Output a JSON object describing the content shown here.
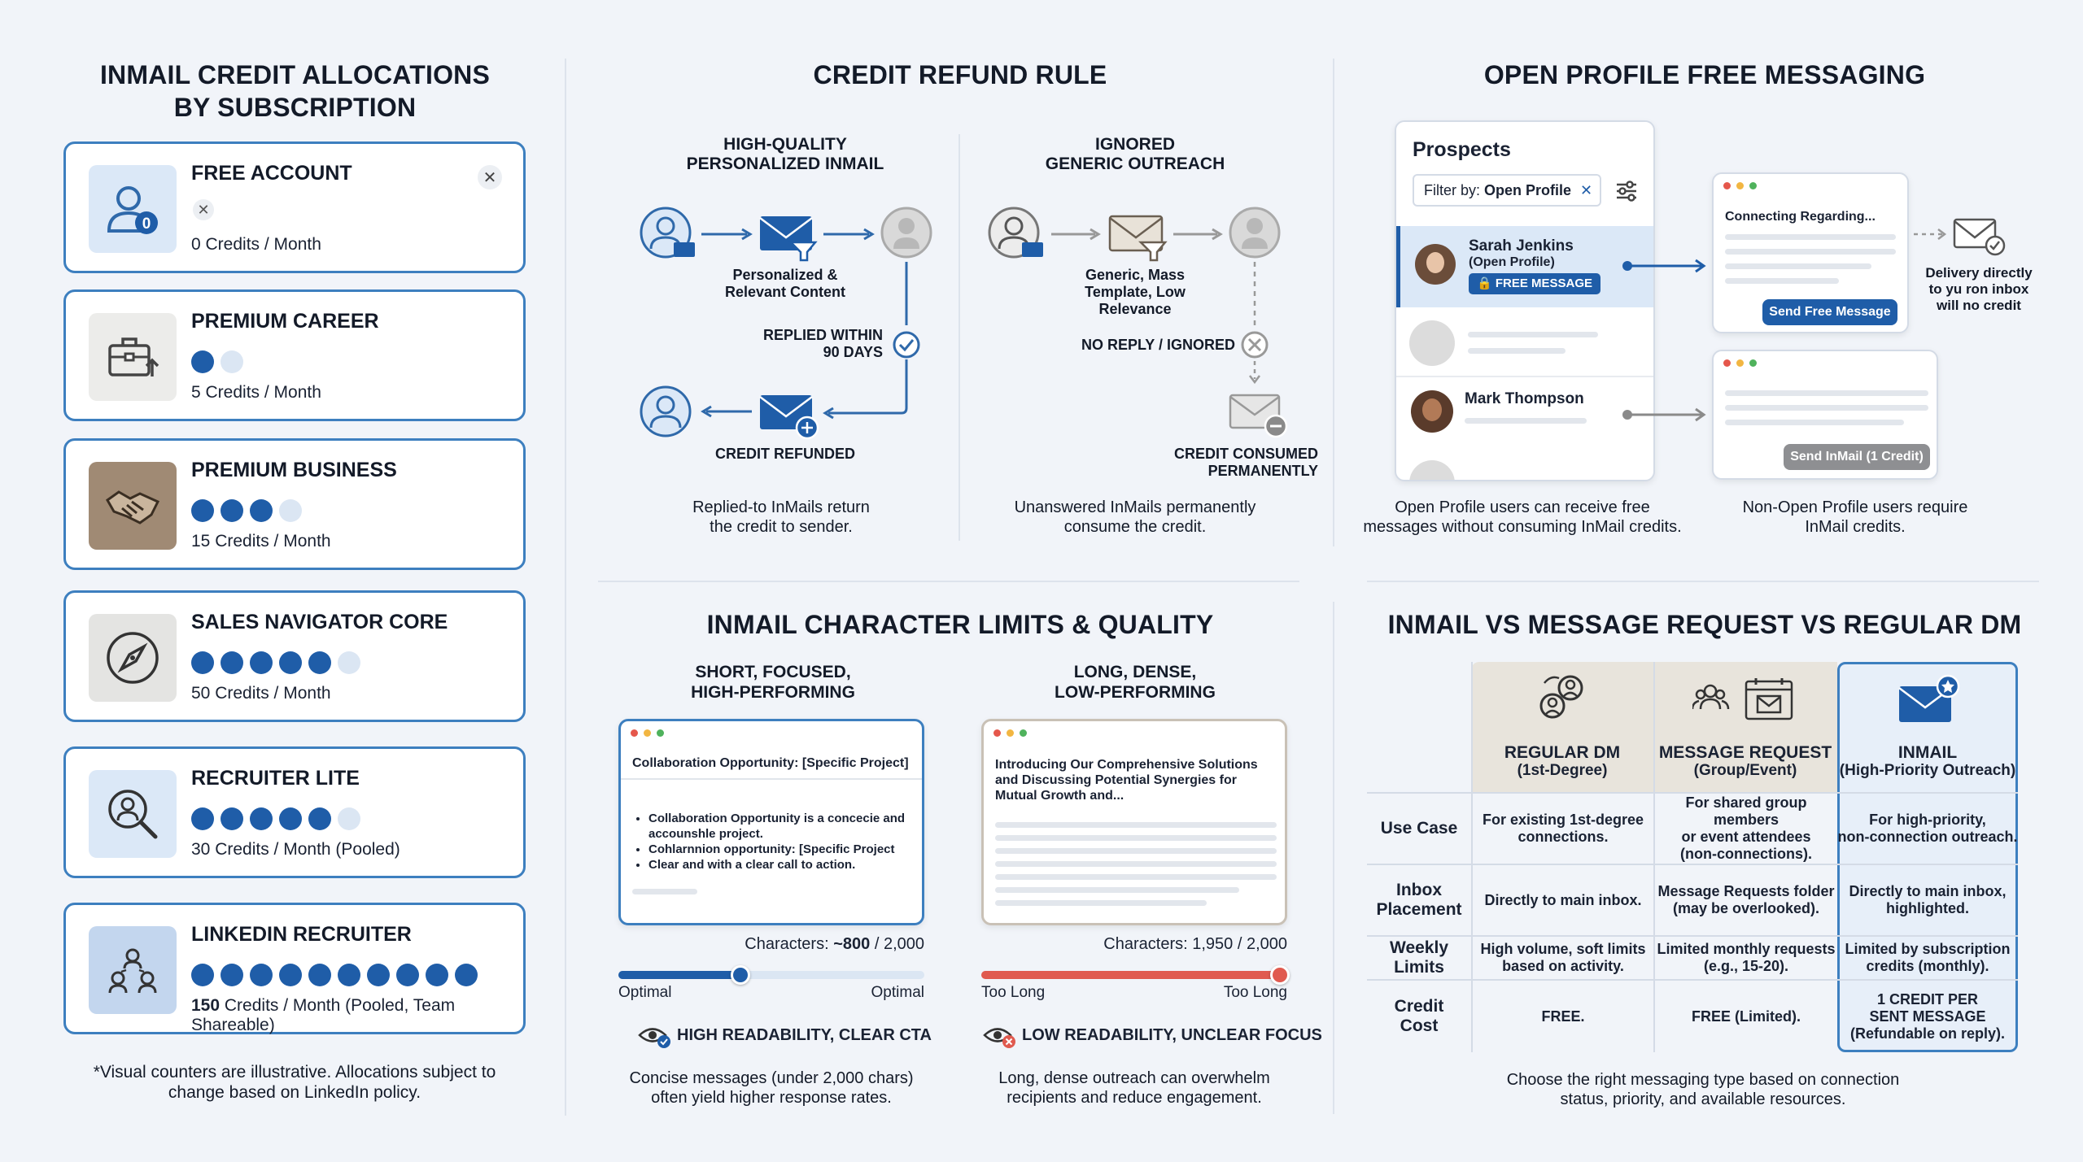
{
  "sections": {
    "allocations_title": "INMAIL CREDIT ALLOCATIONS\nBY SUBSCRIPTION",
    "refund_title": "CREDIT REFUND RULE",
    "open_profile_title": "OPEN PROFILE FREE MESSAGING",
    "char_limits_title": "INMAIL CHARACTER LIMITS & QUALITY",
    "compare_title": "INMAIL VS MESSAGE REQUEST VS REGULAR DM"
  },
  "subscriptions": [
    {
      "name": "FREE ACCOUNT",
      "credits": "0 Credits / Month",
      "filled": 0,
      "total": 0,
      "badge": "0"
    },
    {
      "name": "PREMIUM CAREER",
      "credits": "5 Credits / Month",
      "filled": 1,
      "total": 2
    },
    {
      "name": "PREMIUM BUSINESS",
      "credits": "15 Credits / Month",
      "filled": 3,
      "total": 4
    },
    {
      "name": "SALES NAVIGATOR CORE",
      "credits": "50 Credits / Month",
      "filled": 5,
      "total": 6
    },
    {
      "name": "RECRUITER LITE",
      "credits": "30 Credits / Month (Pooled)",
      "filled": 5,
      "total": 6
    },
    {
      "name": "LINKEDIN RECRUITER",
      "credits_bold": "150",
      "credits": " Credits / Month (Pooled, Team Shareable)",
      "filled": 10,
      "total": 10
    }
  ],
  "allocations_footnote": "*Visual counters are illustrative. Allocations subject to\nchange based on LinkedIn policy.",
  "refund": {
    "left_heading": "HIGH-QUALITY\nPERSONALIZED INMAIL",
    "left_envelope_label": "Personalized &\nRelevant Content",
    "left_replied": "REPLIED WITHIN\n90 DAYS",
    "left_refunded": "CREDIT REFUNDED",
    "left_caption": "Replied-to InMails return\nthe credit to sender.",
    "right_heading": "IGNORED\nGENERIC OUTREACH",
    "right_envelope_label": "Generic, Mass\nTemplate, Low\nRelevance",
    "right_noreply": "NO REPLY / IGNORED",
    "right_consumed": "CREDIT CONSUMED\nPERMANENTLY",
    "right_caption": "Unanswered InMails permanently\nconsume the credit."
  },
  "open_profile": {
    "panel_title": "Prospects",
    "filter_prefix": "Filter by: ",
    "filter_value": "Open Profile",
    "prospect1_name": "Sarah Jenkins",
    "prospect1_sub": "(Open Profile)",
    "prospect1_badge": "FREE MESSAGE",
    "prospect2_name": "Mark Thompson",
    "msg1_subject": "Connecting Regarding...",
    "msg1_button": "Send Free Message",
    "msg2_button": "Send InMail (1 Credit)",
    "delivery_note": "Delivery directly\nto yu ron inbox\nwill no credit",
    "caption_left": "Open Profile users can receive free\nmessages without consuming InMail credits.",
    "caption_right": "Non-Open Profile users require\nInMail credits."
  },
  "char_limits": {
    "left_heading": "SHORT, FOCUSED,\nHIGH-PERFORMING",
    "left_subject": "Collaboration Opportunity: [Specific Project]",
    "left_bullets": [
      "Collaboration Opportunity is a concecie and accounshle project.",
      "Cohlarnnion opportunity: [Specific Project",
      "Clear and with a clear call to action."
    ],
    "left_chars_label": "Characters: ",
    "left_chars_value": "~800",
    "left_chars_total": " / 2,000",
    "left_slider_value": 0.4,
    "left_slider_left": "Optimal",
    "left_slider_right": "Optimal",
    "left_verdict": "HIGH READABILITY, CLEAR CTA",
    "left_caption": "Concise messages (under 2,000 chars)\noften yield higher response rates.",
    "right_heading": "LONG, DENSE,\nLOW-PERFORMING",
    "right_subject": "Introducing Our Comprehensive Solutions and Discussing Potential Synergies for Mutual Growth and...",
    "right_chars_label": "Characters: 1,950 / 2,000",
    "right_slider_value": 0.975,
    "right_slider_left": "Too Long",
    "right_slider_right": "Too Long",
    "right_verdict": "LOW READABILITY, UNCLEAR FOCUS",
    "right_caption": "Long, dense outreach can overwhelm\nrecipients and reduce engagement."
  },
  "compare": {
    "columns": [
      {
        "title": "REGULAR DM",
        "sub": "(1st-Degree)"
      },
      {
        "title": "MESSAGE REQUEST",
        "sub": "(Group/Event)"
      },
      {
        "title": "INMAIL",
        "sub": "(High-Priority Outreach)"
      }
    ],
    "rows": [
      {
        "label": "Use Case",
        "cells": [
          "For existing 1st-degree\nconnections.",
          "For shared group members\nor event attendees\n(non-connections).",
          "For high-priority,\nnon-connection outreach."
        ]
      },
      {
        "label": "Inbox\nPlacement",
        "cells": [
          "Directly to main inbox.",
          "Message Requests folder\n(may be overlooked).",
          "Directly to main inbox,\nhighlighted."
        ]
      },
      {
        "label": "Weekly\nLimits",
        "cells": [
          "High volume, soft limits\nbased on activity.",
          "Limited monthly requests\n(e.g., 15-20).",
          "Limited by subscription\ncredits (monthly)."
        ]
      },
      {
        "label": "Credit\nCost",
        "cells": [
          "FREE.",
          "FREE (Limited).",
          "1 CREDIT PER\nSENT MESSAGE\n(Refundable on reply)."
        ]
      }
    ],
    "caption": "Choose the right messaging type based on connection\nstatus, priority, and available resources."
  },
  "colors": {
    "accent": "#1f5da8",
    "border": "#3d7fbf",
    "success": "#2e7d32",
    "danger": "#e05a4f"
  }
}
